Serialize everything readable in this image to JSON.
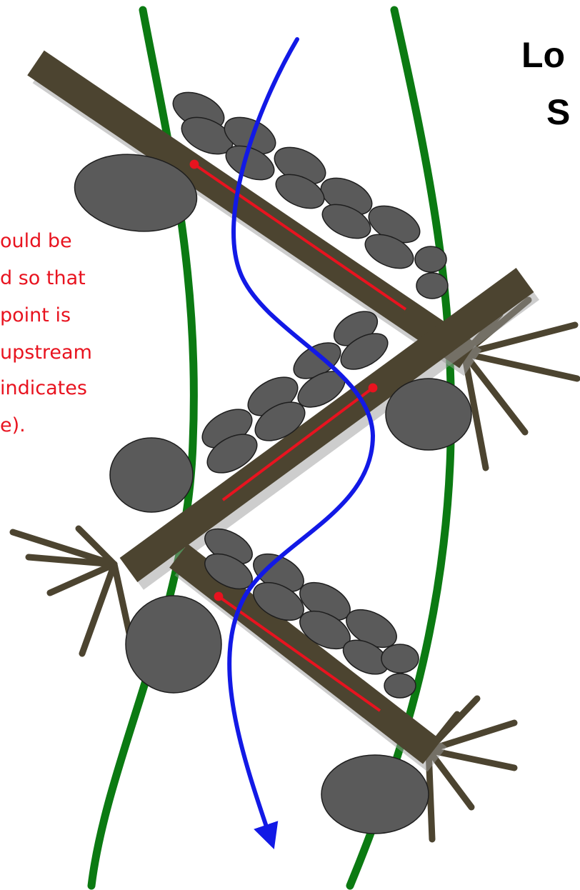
{
  "title": {
    "line1": "Lo",
    "line2": "S"
  },
  "note": {
    "lines": [
      "ould be",
      "d so that",
      " point is",
      "upstream",
      "indicates",
      "e)."
    ]
  },
  "colors": {
    "background": "#ffffff",
    "bank_line": "#0b7a12",
    "flow_arrow": "#1219e6",
    "log": "#4c4430",
    "log_shadow": "#9b9b9b",
    "boulder": "#5a5a5a",
    "boulder_outline": "#1e1e1e",
    "red_line": "#e8131f",
    "note_text": "#e8131f",
    "title_text": "#000000"
  },
  "legend_semantics": {
    "green_lines": "stream banks",
    "blue_arrow": "water flow direction",
    "brown_bars": "logs with rootwads",
    "gray_ellipses": "boulders / rocks",
    "red_lines": "log alignment indicator"
  }
}
